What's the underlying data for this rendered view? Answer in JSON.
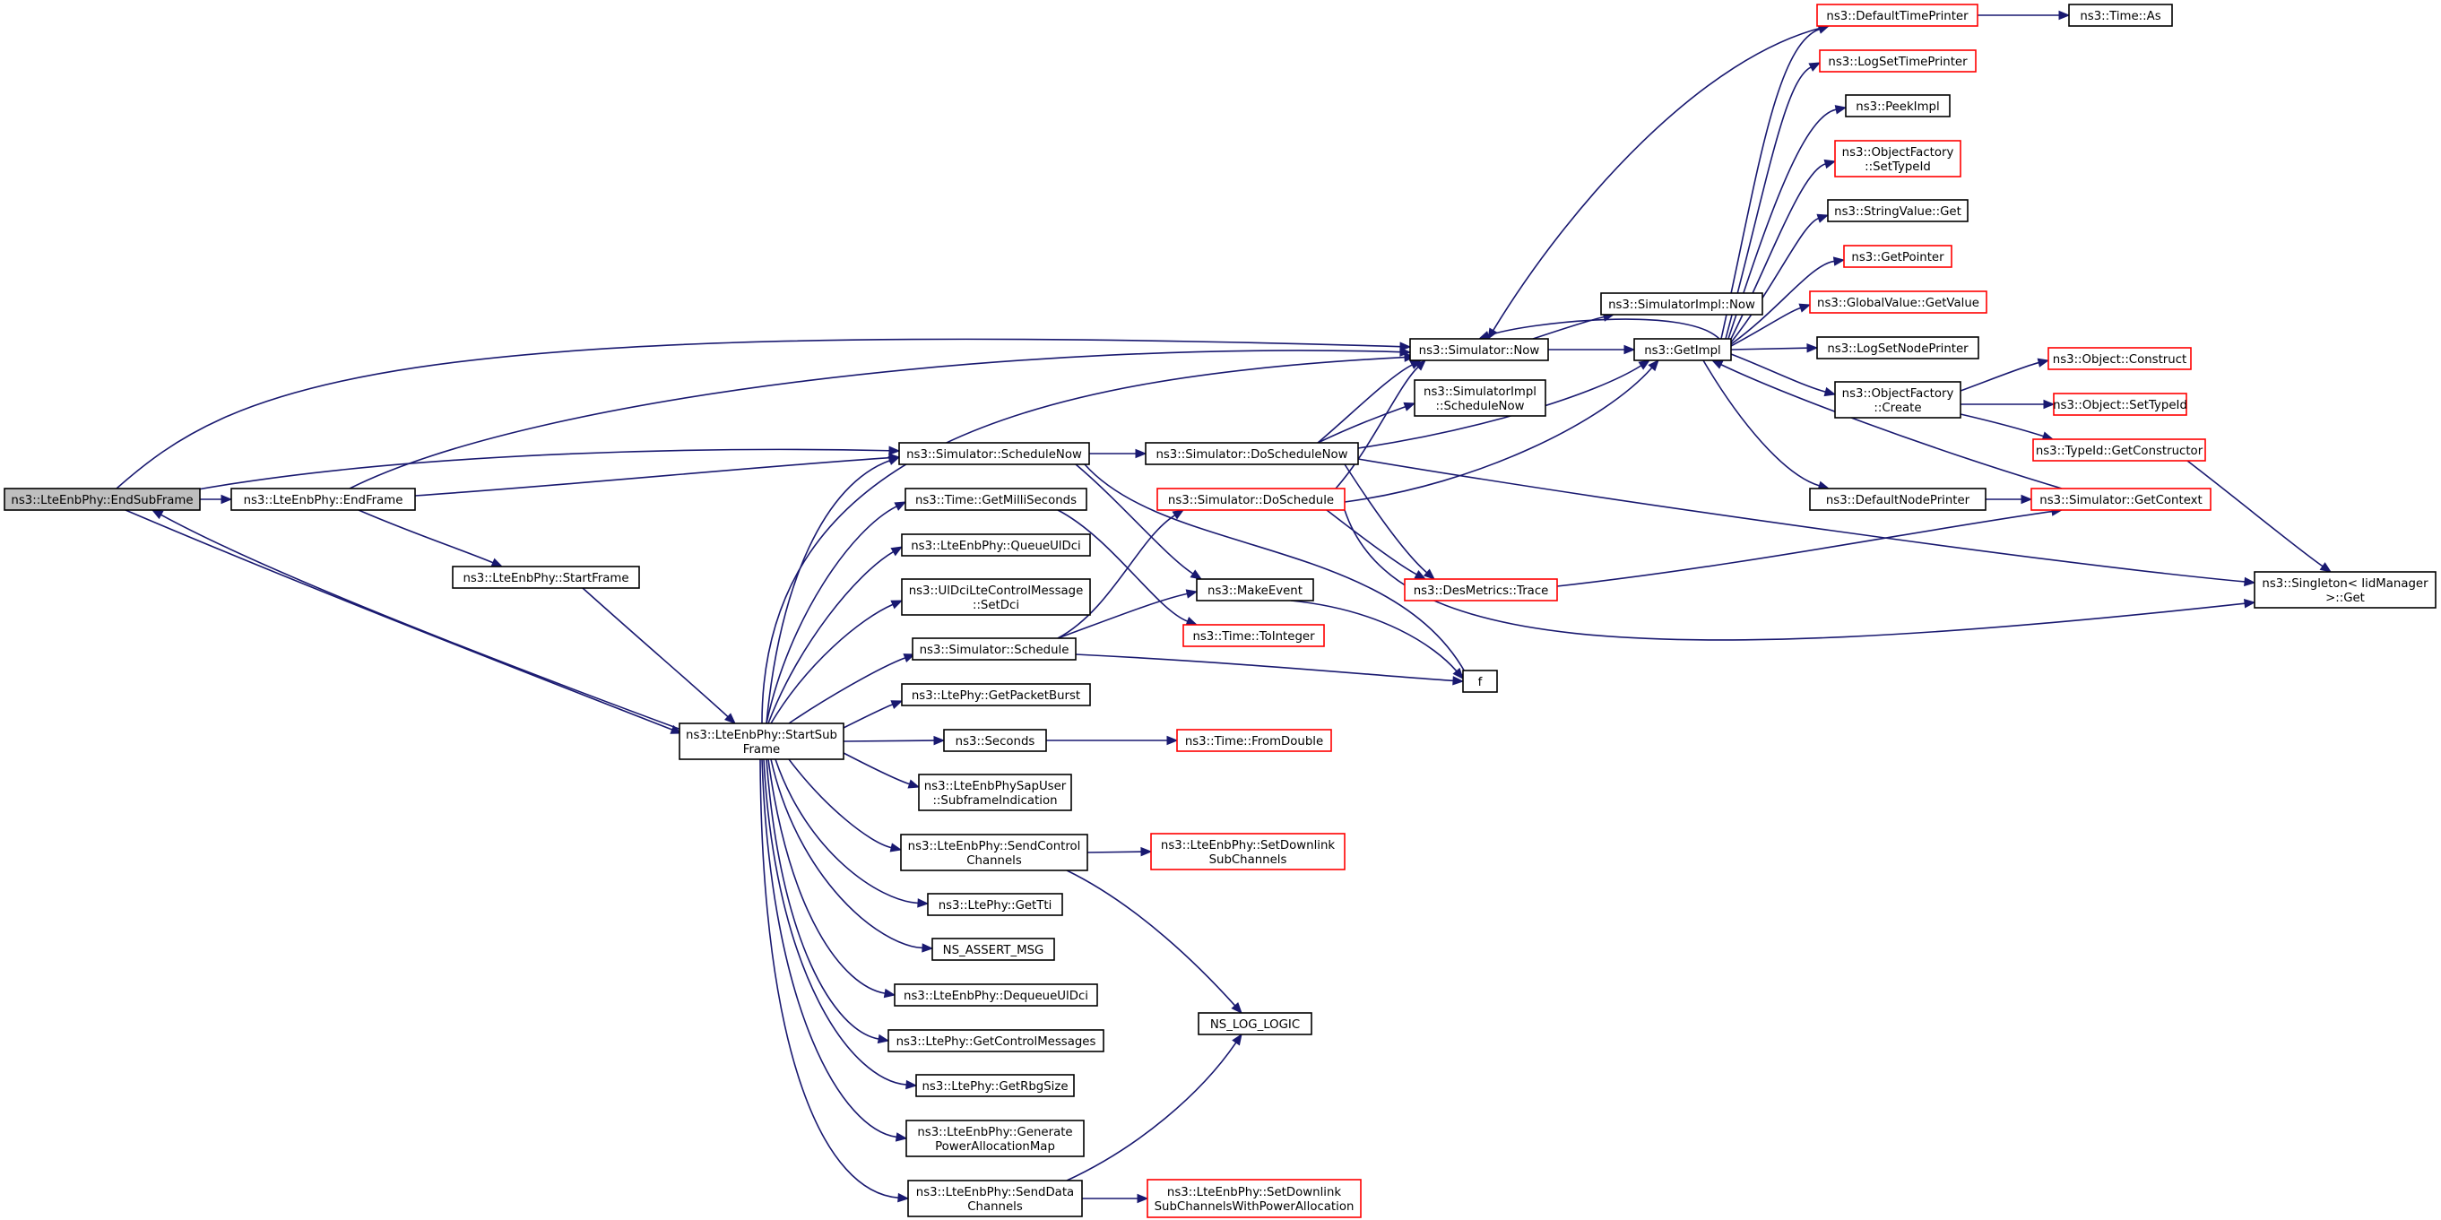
{
  "graph": {
    "colors": {
      "edge": "#191970",
      "border_normal": "#000000",
      "border_truncated": "#ff0000",
      "fill_focus": "#bfbfbf",
      "fill_normal": "#ffffff",
      "text": "#000000"
    },
    "nodes": [
      {
        "id": "n_endsubframe",
        "lines": [
          "ns3::LteEnbPhy::EndSubFrame"
        ],
        "style": "focus"
      },
      {
        "id": "n_endframe",
        "lines": [
          "ns3::LteEnbPhy::EndFrame"
        ],
        "style": "normal"
      },
      {
        "id": "n_startframe",
        "lines": [
          "ns3::LteEnbPhy::StartFrame"
        ],
        "style": "normal"
      },
      {
        "id": "n_startsubframe",
        "lines": [
          "ns3::LteEnbPhy::StartSub",
          "Frame"
        ],
        "style": "normal"
      },
      {
        "id": "n_schedulenow",
        "lines": [
          "ns3::Simulator::ScheduleNow"
        ],
        "style": "normal"
      },
      {
        "id": "n_now",
        "lines": [
          "ns3::Simulator::Now"
        ],
        "style": "normal"
      },
      {
        "id": "n_doschedulenow",
        "lines": [
          "ns3::Simulator::DoScheduleNow"
        ],
        "style": "normal"
      },
      {
        "id": "n_implnow",
        "lines": [
          "ns3::SimulatorImpl::Now"
        ],
        "style": "normal"
      },
      {
        "id": "n_implschednow",
        "lines": [
          "ns3::SimulatorImpl",
          "::ScheduleNow"
        ],
        "style": "normal"
      },
      {
        "id": "n_getimpl",
        "lines": [
          "ns3::GetImpl"
        ],
        "style": "normal"
      },
      {
        "id": "n_deftimeprinter",
        "lines": [
          "ns3::DefaultTimePrinter"
        ],
        "style": "truncated"
      },
      {
        "id": "n_timeas",
        "lines": [
          "ns3::Time::As"
        ],
        "style": "normal"
      },
      {
        "id": "n_logsettime",
        "lines": [
          "ns3::LogSetTimePrinter"
        ],
        "style": "truncated"
      },
      {
        "id": "n_peekimpl",
        "lines": [
          "ns3::PeekImpl"
        ],
        "style": "normal"
      },
      {
        "id": "n_ofsettypeid",
        "lines": [
          "ns3::ObjectFactory",
          "::SetTypeId"
        ],
        "style": "truncated"
      },
      {
        "id": "n_strvalget",
        "lines": [
          "ns3::StringValue::Get"
        ],
        "style": "normal"
      },
      {
        "id": "n_getpointer",
        "lines": [
          "ns3::GetPointer"
        ],
        "style": "truncated"
      },
      {
        "id": "n_gvgetvalue",
        "lines": [
          "ns3::GlobalValue::GetValue"
        ],
        "style": "truncated"
      },
      {
        "id": "n_logsetnode",
        "lines": [
          "ns3::LogSetNodePrinter"
        ],
        "style": "normal"
      },
      {
        "id": "n_ofcreate",
        "lines": [
          "ns3::ObjectFactory",
          "::Create"
        ],
        "style": "normal"
      },
      {
        "id": "n_objconstruct",
        "lines": [
          "ns3::Object::Construct"
        ],
        "style": "truncated"
      },
      {
        "id": "n_objsettypeid",
        "lines": [
          "ns3::Object::SetTypeId"
        ],
        "style": "truncated"
      },
      {
        "id": "n_getconstructor",
        "lines": [
          "ns3::TypeId::GetConstructor"
        ],
        "style": "truncated"
      },
      {
        "id": "n_defnodeprinter",
        "lines": [
          "ns3::DefaultNodePrinter"
        ],
        "style": "normal"
      },
      {
        "id": "n_getcontext",
        "lines": [
          "ns3::Simulator::GetContext"
        ],
        "style": "truncated"
      },
      {
        "id": "n_singleton",
        "lines": [
          "ns3::Singleton< IidManager",
          " >::Get"
        ],
        "style": "normal"
      },
      {
        "id": "n_doschedule",
        "lines": [
          "ns3::Simulator::DoSchedule"
        ],
        "style": "truncated"
      },
      {
        "id": "n_desmetrics",
        "lines": [
          "ns3::DesMetrics::Trace"
        ],
        "style": "truncated"
      },
      {
        "id": "n_makeevent",
        "lines": [
          "ns3::MakeEvent"
        ],
        "style": "normal"
      },
      {
        "id": "n_timetoint",
        "lines": [
          "ns3::Time::ToInteger"
        ],
        "style": "truncated"
      },
      {
        "id": "n_f",
        "lines": [
          "f"
        ],
        "style": "normal"
      },
      {
        "id": "n_getmillis",
        "lines": [
          "ns3::Time::GetMilliSeconds"
        ],
        "style": "normal"
      },
      {
        "id": "n_queueuldci",
        "lines": [
          "ns3::LteEnbPhy::QueueUlDci"
        ],
        "style": "normal"
      },
      {
        "id": "n_setdci",
        "lines": [
          "ns3::UlDciLteControlMessage",
          "::SetDci"
        ],
        "style": "normal"
      },
      {
        "id": "n_schedule",
        "lines": [
          "ns3::Simulator::Schedule"
        ],
        "style": "normal"
      },
      {
        "id": "n_getpacketburst",
        "lines": [
          "ns3::LtePhy::GetPacketBurst"
        ],
        "style": "normal"
      },
      {
        "id": "n_seconds",
        "lines": [
          "ns3::Seconds"
        ],
        "style": "normal"
      },
      {
        "id": "n_fromdouble",
        "lines": [
          "ns3::Time::FromDouble"
        ],
        "style": "truncated"
      },
      {
        "id": "n_subframeind",
        "lines": [
          "ns3::LteEnbPhySapUser",
          "::SubframeIndication"
        ],
        "style": "normal"
      },
      {
        "id": "n_sendcontrol",
        "lines": [
          "ns3::LteEnbPhy::SendControl",
          "Channels"
        ],
        "style": "normal"
      },
      {
        "id": "n_setdlsub",
        "lines": [
          "ns3::LteEnbPhy::SetDownlink",
          "SubChannels"
        ],
        "style": "truncated"
      },
      {
        "id": "n_gettti",
        "lines": [
          "ns3::LtePhy::GetTti"
        ],
        "style": "normal"
      },
      {
        "id": "n_assertmsg",
        "lines": [
          "NS_ASSERT_MSG"
        ],
        "style": "normal"
      },
      {
        "id": "n_nslogic",
        "lines": [
          "NS_LOG_LOGIC"
        ],
        "style": "normal"
      },
      {
        "id": "n_dequeueuldci",
        "lines": [
          "ns3::LteEnbPhy::DequeueUlDci"
        ],
        "style": "normal"
      },
      {
        "id": "n_getctrlmsgs",
        "lines": [
          "ns3::LtePhy::GetControlMessages"
        ],
        "style": "normal"
      },
      {
        "id": "n_getrbgsize",
        "lines": [
          "ns3::LtePhy::GetRbgSize"
        ],
        "style": "normal"
      },
      {
        "id": "n_genpowermap",
        "lines": [
          "ns3::LteEnbPhy::Generate",
          "PowerAllocationMap"
        ],
        "style": "normal"
      },
      {
        "id": "n_senddata",
        "lines": [
          "ns3::LteEnbPhy::SendData",
          "Channels"
        ],
        "style": "normal"
      },
      {
        "id": "n_setdlsubpower",
        "lines": [
          "ns3::LteEnbPhy::SetDownlink",
          "SubChannelsWithPowerAllocation"
        ],
        "style": "truncated"
      }
    ],
    "edges": [
      {
        "from": "n_endsubframe",
        "to": "n_endframe"
      },
      {
        "from": "n_endsubframe",
        "to": "n_now"
      },
      {
        "from": "n_endsubframe",
        "to": "n_schedulenow"
      },
      {
        "from": "n_endsubframe",
        "to": "n_startsubframe"
      },
      {
        "from": "n_endframe",
        "to": "n_now"
      },
      {
        "from": "n_endframe",
        "to": "n_schedulenow"
      },
      {
        "from": "n_endframe",
        "to": "n_startframe"
      },
      {
        "from": "n_startframe",
        "to": "n_startsubframe"
      },
      {
        "from": "n_startsubframe",
        "to": "n_endsubframe"
      },
      {
        "from": "n_startsubframe",
        "to": "n_now"
      },
      {
        "from": "n_startsubframe",
        "to": "n_schedulenow"
      },
      {
        "from": "n_startsubframe",
        "to": "n_getmillis"
      },
      {
        "from": "n_startsubframe",
        "to": "n_queueuldci"
      },
      {
        "from": "n_startsubframe",
        "to": "n_setdci"
      },
      {
        "from": "n_startsubframe",
        "to": "n_schedule"
      },
      {
        "from": "n_startsubframe",
        "to": "n_getpacketburst"
      },
      {
        "from": "n_startsubframe",
        "to": "n_seconds"
      },
      {
        "from": "n_startsubframe",
        "to": "n_subframeind"
      },
      {
        "from": "n_startsubframe",
        "to": "n_sendcontrol"
      },
      {
        "from": "n_startsubframe",
        "to": "n_gettti"
      },
      {
        "from": "n_startsubframe",
        "to": "n_assertmsg"
      },
      {
        "from": "n_startsubframe",
        "to": "n_dequeueuldci"
      },
      {
        "from": "n_startsubframe",
        "to": "n_getctrlmsgs"
      },
      {
        "from": "n_startsubframe",
        "to": "n_getrbgsize"
      },
      {
        "from": "n_startsubframe",
        "to": "n_genpowermap"
      },
      {
        "from": "n_startsubframe",
        "to": "n_senddata"
      },
      {
        "from": "n_schedulenow",
        "to": "n_doschedulenow"
      },
      {
        "from": "n_schedulenow",
        "to": "n_makeevent"
      },
      {
        "from": "n_schedulenow",
        "to": "n_f"
      },
      {
        "from": "n_now",
        "to": "n_implnow"
      },
      {
        "from": "n_now",
        "to": "n_getimpl"
      },
      {
        "from": "n_doschedulenow",
        "to": "n_now"
      },
      {
        "from": "n_doschedulenow",
        "to": "n_implschednow"
      },
      {
        "from": "n_doschedulenow",
        "to": "n_getimpl"
      },
      {
        "from": "n_doschedulenow",
        "to": "n_desmetrics"
      },
      {
        "from": "n_doschedulenow",
        "to": "n_singleton"
      },
      {
        "from": "n_getimpl",
        "to": "n_deftimeprinter"
      },
      {
        "from": "n_getimpl",
        "to": "n_logsettime"
      },
      {
        "from": "n_getimpl",
        "to": "n_peekimpl"
      },
      {
        "from": "n_getimpl",
        "to": "n_ofsettypeid"
      },
      {
        "from": "n_getimpl",
        "to": "n_strvalget"
      },
      {
        "from": "n_getimpl",
        "to": "n_getpointer"
      },
      {
        "from": "n_getimpl",
        "to": "n_gvgetvalue"
      },
      {
        "from": "n_getimpl",
        "to": "n_logsetnode"
      },
      {
        "from": "n_getimpl",
        "to": "n_ofcreate"
      },
      {
        "from": "n_getimpl",
        "to": "n_defnodeprinter"
      },
      {
        "from": "n_getimpl",
        "to": "n_now"
      },
      {
        "from": "n_deftimeprinter",
        "to": "n_timeas"
      },
      {
        "from": "n_deftimeprinter",
        "to": "n_now"
      },
      {
        "from": "n_ofcreate",
        "to": "n_objconstruct"
      },
      {
        "from": "n_ofcreate",
        "to": "n_objsettypeid"
      },
      {
        "from": "n_ofcreate",
        "to": "n_getconstructor"
      },
      {
        "from": "n_getconstructor",
        "to": "n_singleton"
      },
      {
        "from": "n_defnodeprinter",
        "to": "n_getcontext"
      },
      {
        "from": "n_getcontext",
        "to": "n_getimpl"
      },
      {
        "from": "n_doschedule",
        "to": "n_now"
      },
      {
        "from": "n_doschedule",
        "to": "n_getimpl"
      },
      {
        "from": "n_doschedule",
        "to": "n_desmetrics"
      },
      {
        "from": "n_doschedule",
        "to": "n_singleton"
      },
      {
        "from": "n_desmetrics",
        "to": "n_getcontext"
      },
      {
        "from": "n_makeevent",
        "to": "n_f"
      },
      {
        "from": "n_getmillis",
        "to": "n_timetoint"
      },
      {
        "from": "n_schedule",
        "to": "n_doschedule"
      },
      {
        "from": "n_schedule",
        "to": "n_makeevent"
      },
      {
        "from": "n_schedule",
        "to": "n_f"
      },
      {
        "from": "n_seconds",
        "to": "n_fromdouble"
      },
      {
        "from": "n_sendcontrol",
        "to": "n_setdlsub"
      },
      {
        "from": "n_sendcontrol",
        "to": "n_nslogic"
      },
      {
        "from": "n_senddata",
        "to": "n_setdlsubpower"
      },
      {
        "from": "n_senddata",
        "to": "n_nslogic"
      }
    ]
  }
}
